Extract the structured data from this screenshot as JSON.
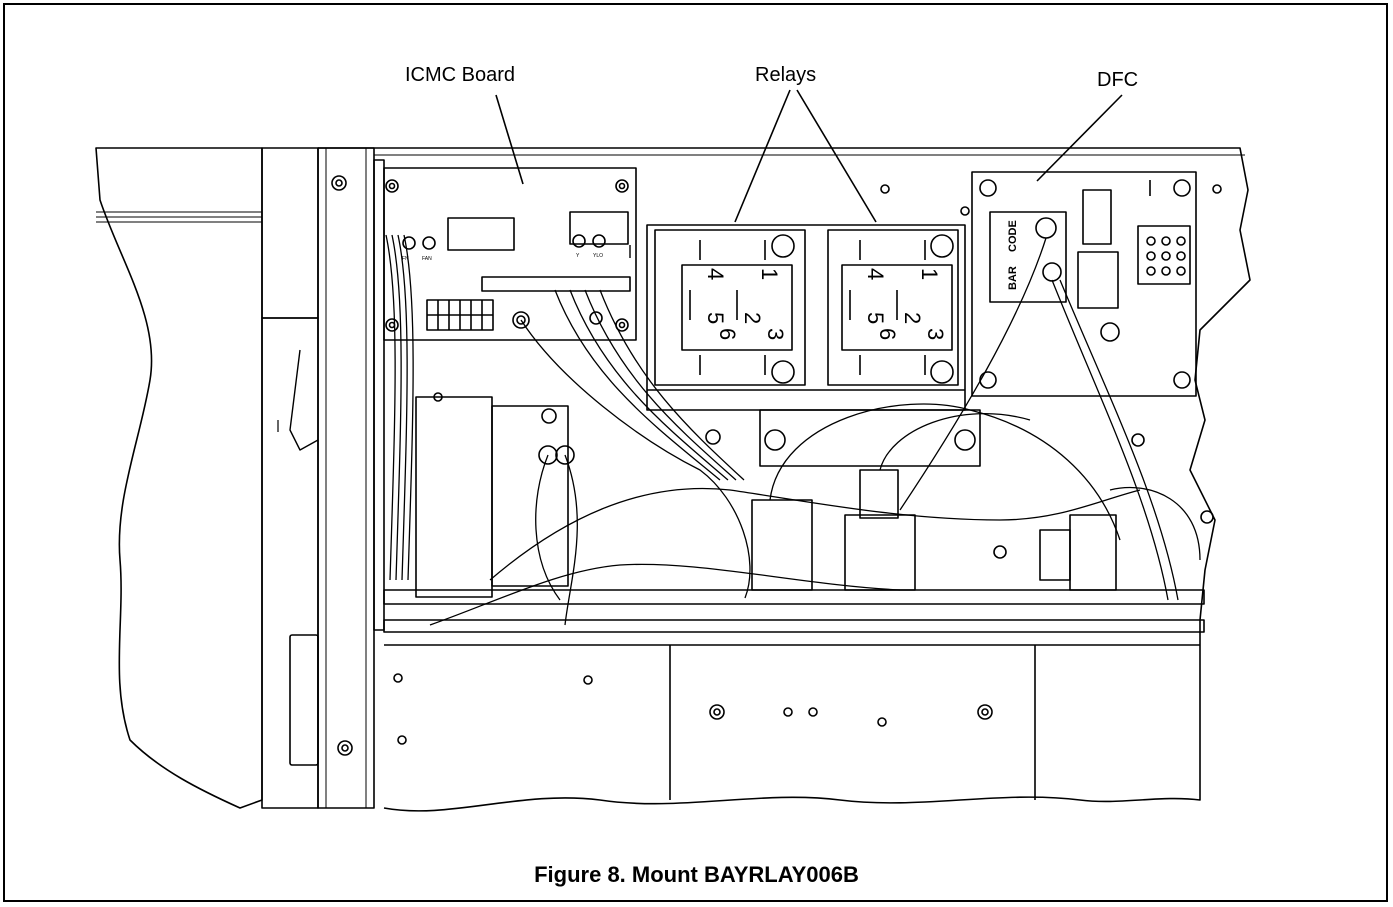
{
  "callouts": {
    "icmc": "ICMC Board",
    "relays": "Relays",
    "dfc": "DFC"
  },
  "board_labels": {
    "fan_left": "FN",
    "fan": "FAN",
    "y": "Y",
    "ylo": "YLO",
    "bar_code_1": "BAR",
    "bar_code_2": "CODE"
  },
  "relay_terminal_numbers": [
    "4",
    "1",
    "5",
    "2",
    "6",
    "3"
  ],
  "caption": "Figure 8. Mount BAYRLAY006B"
}
